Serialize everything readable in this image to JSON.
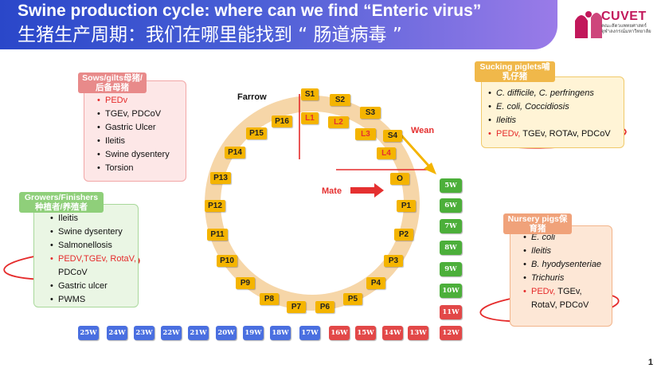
{
  "header": {
    "title_en": "Swine production cycle: where can we find “Enteric virus”",
    "title_cn": "生猪生产周期：我们在哪里能找到 “ 肠道病毒 ”"
  },
  "logo": {
    "text": "CUVET",
    "sub": "คณะสัตวแพทยศาสตร์ จุฬาลงกรณ์มหาวิทยาลัย"
  },
  "sows": {
    "title": "Sows/gilts母猪/后备母猪",
    "items": [
      "PEDv",
      "TGEv, PDCoV",
      "Gastric Ulcer",
      "Ileitis",
      "Swine dysentery",
      "Torsion"
    ]
  },
  "growers": {
    "title": "Growers/Finishers种植者/养殖者",
    "items": [
      "Ileitis",
      "Swine dysentery",
      "Salmonellosis",
      "PEDV,TGEv, RotaV,",
      "PDCoV",
      "Gastric ulcer",
      "PWMS"
    ]
  },
  "sucking": {
    "title": "Sucking piglets哺乳仔猪",
    "items": [
      "C. difficile, C. perfringens",
      "E. coli, Coccidiosis",
      "Ileitis",
      "PEDv,",
      "TGEv, ROTAv, PDCoV"
    ]
  },
  "nursery": {
    "title": "Nursery pigs保育猪",
    "items": [
      "E. coli",
      "Ileitis",
      "B. hyodysenteriae",
      "Trichuris",
      "PEDv,",
      "TGEv, RotaV, PDCoV"
    ]
  },
  "cycle": {
    "labels": {
      "farrow": "Farrow",
      "wean": "Wean",
      "mate": "Mate"
    },
    "stages": [
      "S1",
      "S2",
      "S3",
      "S4",
      "L1",
      "L2",
      "L3",
      "L4",
      "O",
      "P1",
      "P2",
      "P3",
      "P4",
      "P5",
      "P6",
      "P7",
      "P8",
      "P9",
      "P10",
      "P11",
      "P12",
      "P13",
      "P14",
      "P15",
      "P16"
    ]
  },
  "weeks": {
    "bottom": [
      "25W",
      "24W",
      "23W",
      "22W",
      "21W",
      "20W",
      "19W",
      "18W",
      "17W",
      "16W",
      "15W",
      "14W",
      "13W",
      "12W"
    ],
    "right": [
      "5W",
      "6W",
      "7W",
      "8W",
      "9W",
      "10W",
      "11W"
    ]
  },
  "colors": {
    "header": "#2a47c9",
    "stage": "#f4b400",
    "week_blue": "#4a6fe0",
    "week_red": "#e24848",
    "week_green": "#4caf3a",
    "highlight": "#e52b2b"
  },
  "page_number": "1"
}
